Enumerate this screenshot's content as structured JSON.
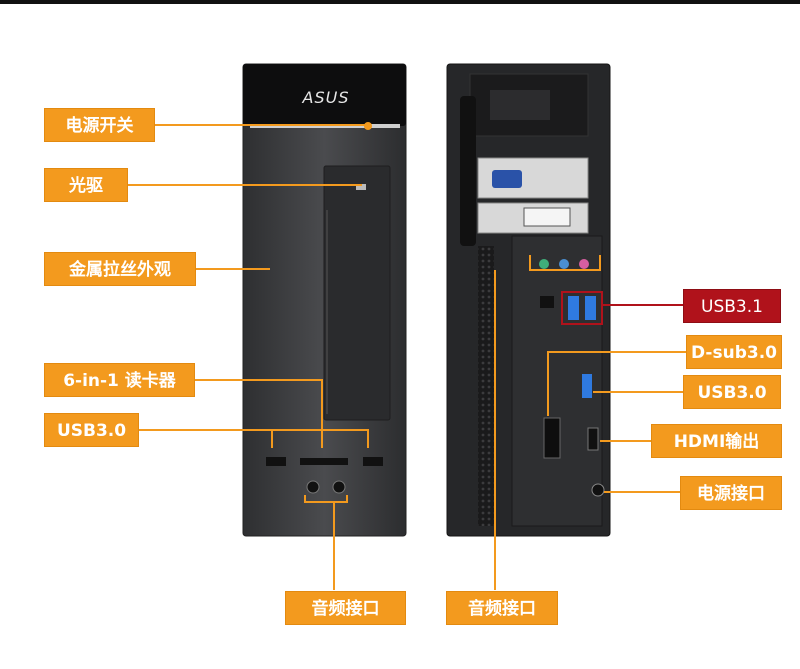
{
  "brand": "ASUS",
  "colors": {
    "label_bg": "#f39a1e",
    "label_highlight": "#b0121b",
    "case": "#3a3b3d",
    "case_back": "#2a2b2d"
  },
  "labels": {
    "power_switch": "电源开关",
    "optical_drive": "光驱",
    "metal_brushed": "金属拉丝外观",
    "card_reader": "6-in-1 读卡器",
    "usb30_front": "USB3.0",
    "audio_front": "音频接口",
    "audio_back": "音频接口",
    "usb31": "USB3.1",
    "dsub": "D-sub3.0",
    "usb30_back": "USB3.0",
    "hdmi": "HDMI输出",
    "power_port": "电源接口"
  }
}
